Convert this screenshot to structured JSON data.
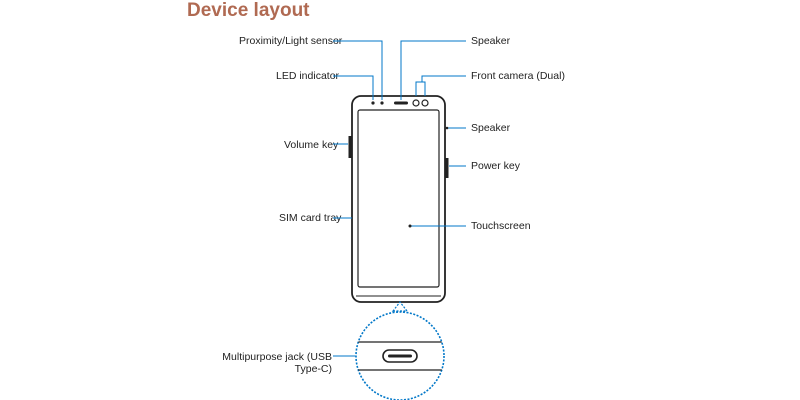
{
  "title": "Device layout",
  "labels": {
    "proximity_sensor": "Proximity/Light sensor",
    "led_indicator": "LED indicator",
    "volume_key": "Volume key",
    "sim_card_tray": "SIM card tray",
    "multipurpose_jack": "Multipurpose jack (USB Type-C)",
    "speaker_top": "Speaker",
    "front_camera": "Front camera (Dual)",
    "speaker_side": "Speaker",
    "power_key": "Power key",
    "touchscreen": "Touchscreen"
  },
  "colors": {
    "title": "#b06a52",
    "leader_line": "#0077c8",
    "device_outline": "#222222"
  }
}
